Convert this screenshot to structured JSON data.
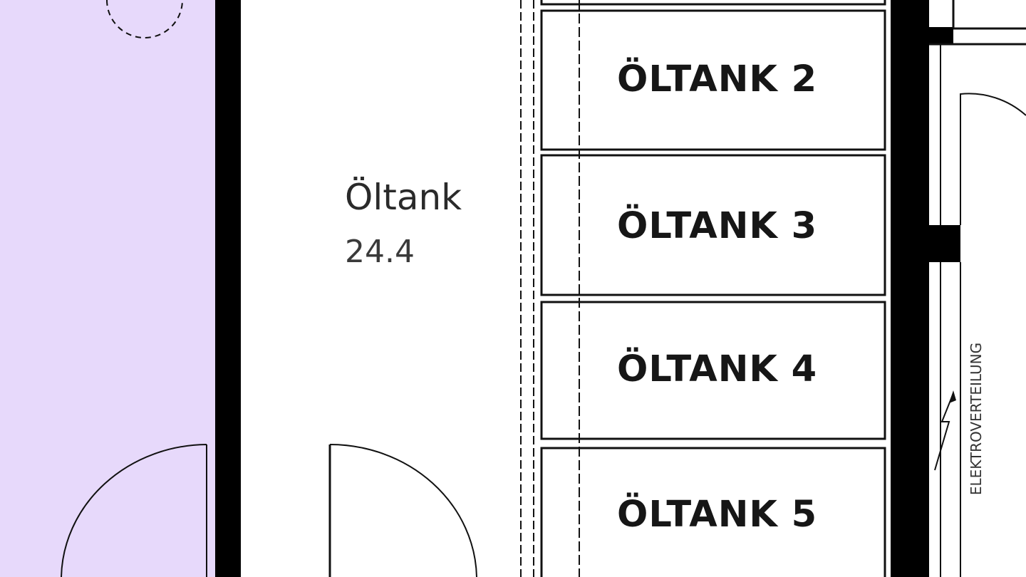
{
  "room": {
    "name": "Öltank",
    "area": "24.4"
  },
  "tanks": [
    {
      "label": "ÖLTANK 2"
    },
    {
      "label": "ÖLTANK 3"
    },
    {
      "label": "ÖLTANK 4"
    },
    {
      "label": "ÖLTANK 5"
    }
  ],
  "adjacent": {
    "vertical_label": "ELEKTROVERTEILUNG"
  },
  "colors": {
    "neighbor_room_fill": "#e7d9fb",
    "wall": "#000000",
    "line": "#1a1a1a"
  }
}
